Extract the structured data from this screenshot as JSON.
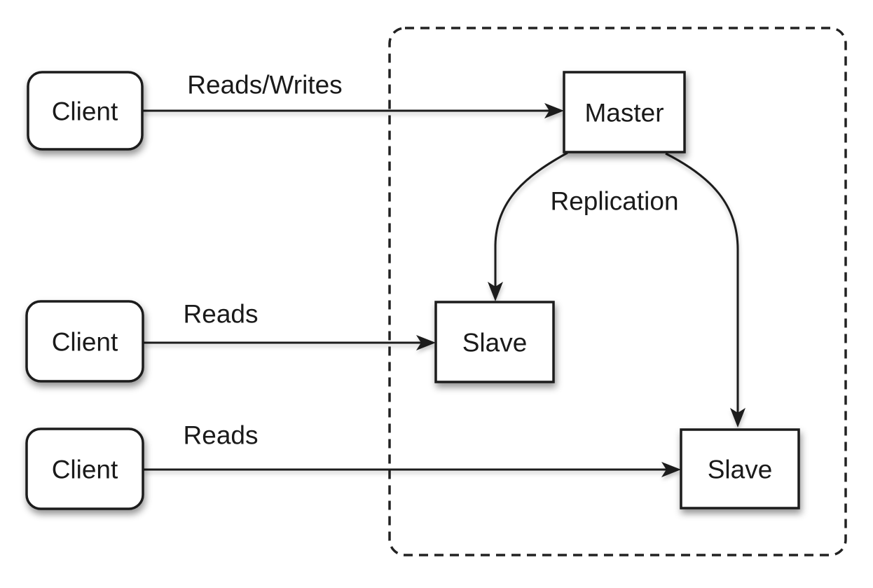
{
  "diagram": {
    "type": "architecture-diagram",
    "topic": "master-slave-replication",
    "nodes": {
      "client1": {
        "label": "Client",
        "shape": "rounded-rect"
      },
      "client2": {
        "label": "Client",
        "shape": "rounded-rect"
      },
      "client3": {
        "label": "Client",
        "shape": "rounded-rect"
      },
      "master": {
        "label": "Master",
        "shape": "rect",
        "fill": "gradient-gray"
      },
      "slave1": {
        "label": "Slave",
        "shape": "rect"
      },
      "slave2": {
        "label": "Slave",
        "shape": "rect"
      }
    },
    "edges": {
      "client1_master": {
        "label": "Reads/Writes",
        "from": "client1",
        "to": "master",
        "style": "straight-arrow"
      },
      "client2_slave1": {
        "label": "Reads",
        "from": "client2",
        "to": "slave1",
        "style": "straight-arrow"
      },
      "client3_slave2": {
        "label": "Reads",
        "from": "client3",
        "to": "slave2",
        "style": "straight-arrow"
      },
      "master_slave1": {
        "label": "",
        "from": "master",
        "to": "slave1",
        "style": "curved-arrow"
      },
      "master_slave2": {
        "label": "",
        "from": "master",
        "to": "slave2",
        "style": "curved-arrow"
      },
      "replication_group_label": {
        "label": "Replication"
      }
    },
    "boundary": {
      "style": "dashed-rounded-rect",
      "contains": [
        "master",
        "slave1",
        "slave2"
      ]
    },
    "colors": {
      "background": "#ffffff",
      "stroke": "#1a1a1a",
      "text": "#1a1a1a",
      "node_fill": "#ffffff",
      "master_gradient_top": "#f4f4f4",
      "master_gradient_bottom": "#c6c6c6",
      "shadow": "#000000"
    }
  }
}
